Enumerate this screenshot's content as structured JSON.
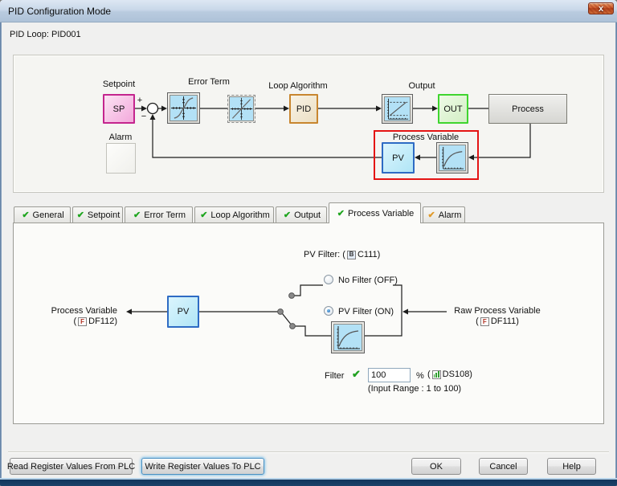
{
  "window": {
    "title": "PID Configuration Mode",
    "close_glyph": "x"
  },
  "header": {
    "loop_label": "PID Loop: PID001"
  },
  "block_diagram": {
    "setpoint_label": "Setpoint",
    "sp": "SP",
    "sum_plus": "+",
    "sum_minus": "−",
    "error_term_label": "Error Term",
    "loop_algorithm_label": "Loop Algorithm",
    "pid": "PID",
    "output_label": "Output",
    "out": "OUT",
    "process": "Process",
    "process_variable_label": "Process Variable",
    "pv": "PV",
    "alarm_label": "Alarm"
  },
  "tabs": [
    {
      "label": "General",
      "status_check": "✔",
      "check_color": "#1ea51e",
      "active": false
    },
    {
      "label": "Setpoint",
      "status_check": "✔",
      "check_color": "#1ea51e",
      "active": false
    },
    {
      "label": "Error Term",
      "status_check": "✔",
      "check_color": "#1ea51e",
      "active": false
    },
    {
      "label": "Loop Algorithm",
      "status_check": "✔",
      "check_color": "#1ea51e",
      "active": false
    },
    {
      "label": "Output",
      "status_check": "✔",
      "check_color": "#1ea51e",
      "active": false
    },
    {
      "label": "Process Variable",
      "status_check": "✔",
      "check_color": "#1ea51e",
      "active": true
    },
    {
      "label": "Alarm",
      "status_check": "✔",
      "check_color": "#e09a2a",
      "active": false
    }
  ],
  "pv_tab": {
    "pv_filter_prefix": "PV Filter: (",
    "bit_icon_letter": "B",
    "pv_filter_reg": "C111)",
    "no_filter_radio": {
      "label": "No Filter (OFF)",
      "selected": false
    },
    "pv_filter_radio": {
      "label": "PV Filter (ON)",
      "selected": true
    },
    "pv_block": "PV",
    "output_line": "Process Variable",
    "output_reg_prefix": "(",
    "real_icon_letter": "F",
    "output_reg": "DF112)",
    "input_line": "Raw Process Variable",
    "input_reg_prefix": "(",
    "input_reg": "DF111)",
    "filter_label": "Filter",
    "filter_check": "✔",
    "filter_value": "100",
    "percent_label": "%",
    "filter_reg_prefix": "(",
    "filter_reg": "DS108)",
    "input_range_note": "(Input Range : 1 to 100)"
  },
  "footer": {
    "read_button": "Read Register Values From PLC",
    "write_button": "Write Register Values To PLC",
    "ok_button": "OK",
    "cancel_button": "Cancel",
    "help_button": "Help"
  }
}
